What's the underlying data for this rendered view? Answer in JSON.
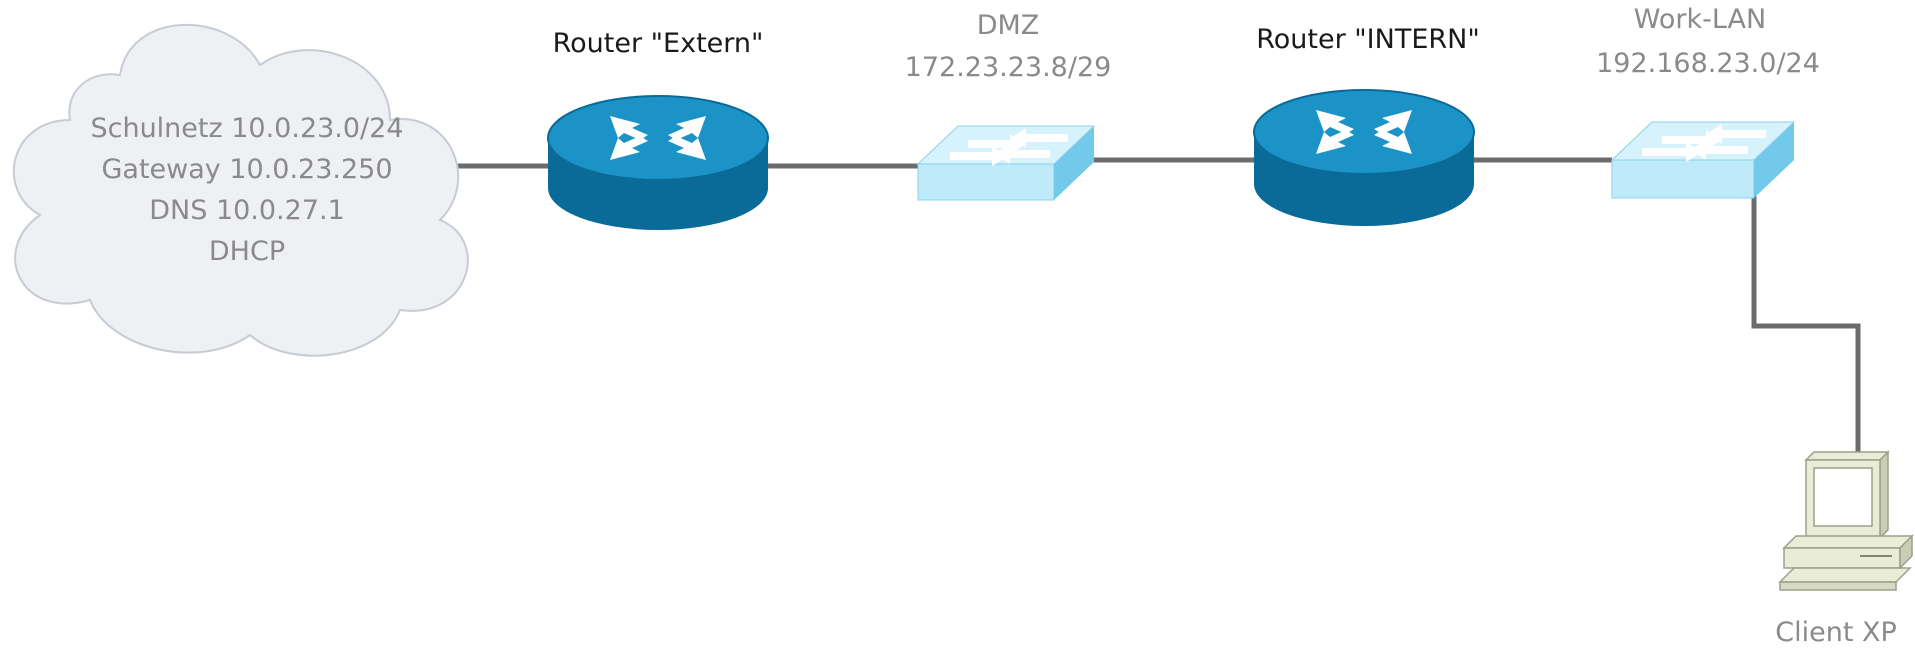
{
  "diagram": {
    "cloud": {
      "lines": [
        "Schulnetz 10.0.23.0/24",
        "Gateway 10.0.23.250",
        "DNS 10.0.27.1",
        "DHCP"
      ]
    },
    "router_extern": {
      "label": "Router \"Extern\""
    },
    "dmz_switch": {
      "name": "DMZ",
      "subnet": "172.23.23.8/29"
    },
    "router_intern": {
      "label": "Router \"INTERN\""
    },
    "work_lan_switch": {
      "name": "Work-LAN",
      "subnet": "192.168.23.0/24"
    },
    "client": {
      "label": "Client XP"
    },
    "colors": {
      "router_top": "#1c93c7",
      "router_side": "#0a6a98",
      "switch_top": "#bfeaf9",
      "switch_side": "#72c9ea",
      "cloud_fill": "#eef0f3",
      "cloud_stroke": "#c6ccd3",
      "link": "#6b6b6b",
      "label_light": "#8a8a8a",
      "label_dark": "#1a1a1a"
    }
  }
}
